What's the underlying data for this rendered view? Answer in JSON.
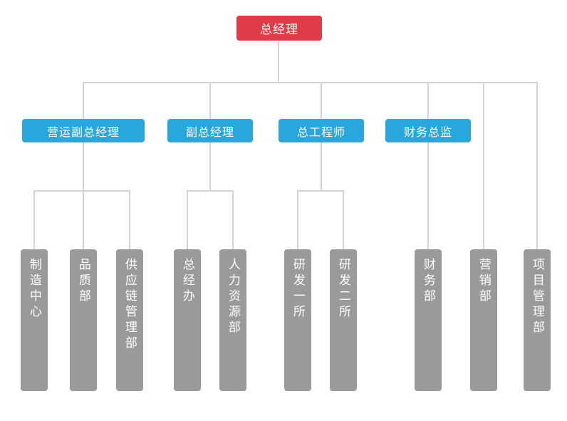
{
  "colors": {
    "root_node_bg": "#e03c48",
    "manager_node_bg": "#29a7dd",
    "department_node_bg": "#9a9a9a",
    "connector_line": "#d4d4d4",
    "node_text": "#ffffff",
    "page_bg": "#ffffff"
  },
  "org": {
    "root": {
      "label": "总经理"
    },
    "branches": [
      {
        "label": "营运副总经理",
        "children": [
          {
            "label": "制造中心"
          },
          {
            "label": "品质部"
          },
          {
            "label": "供应链管理部"
          }
        ]
      },
      {
        "label": "副总经理",
        "children": [
          {
            "label": "总经办"
          },
          {
            "label": "人力资源部"
          }
        ]
      },
      {
        "label": "总工程师",
        "children": [
          {
            "label": "研发一所"
          },
          {
            "label": "研发二所"
          }
        ]
      },
      {
        "label": "财务总监",
        "children": [
          {
            "label": "财务部"
          }
        ]
      }
    ],
    "root_departments": [
      {
        "label": "营销部"
      },
      {
        "label": "项目管理部"
      }
    ]
  }
}
